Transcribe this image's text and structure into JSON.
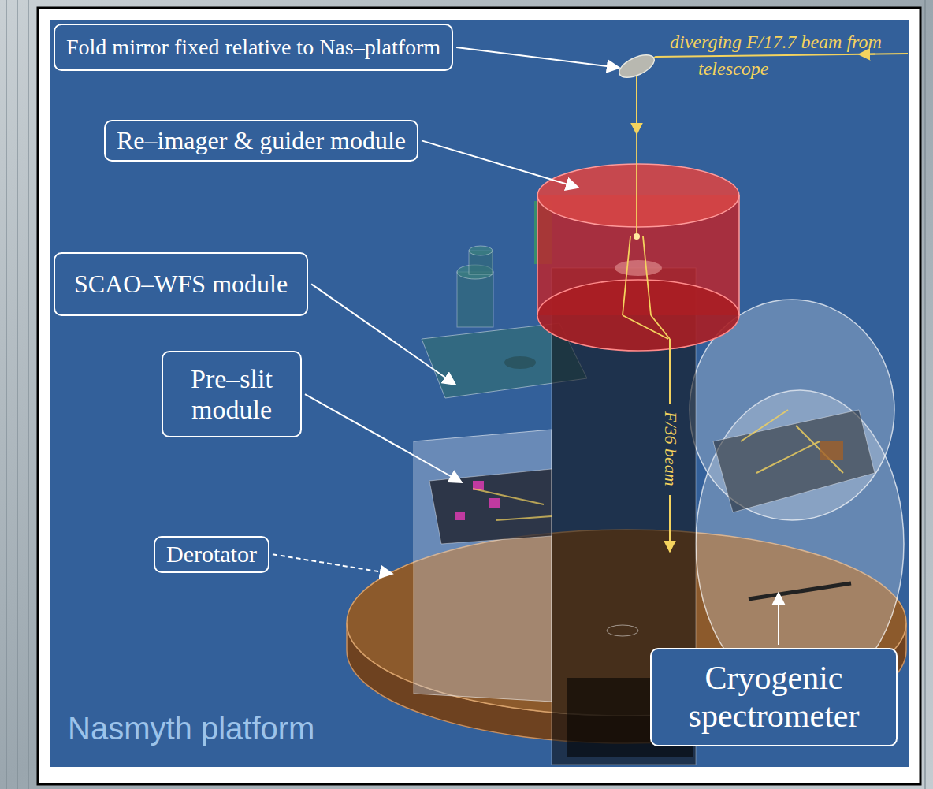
{
  "diagram": {
    "nodes": [
      {
        "text": [
          "Fold mirror fixed relative to Nas–platform"
        ]
      },
      {
        "text": [
          "Re–imager & guider module"
        ]
      },
      {
        "text": [
          "SCAO–WFS module"
        ]
      },
      {
        "text": [
          "Pre–slit module"
        ]
      },
      {
        "text": [
          "Derotator"
        ]
      },
      {
        "text": [
          "Cryogenic spectrometer"
        ]
      }
    ],
    "labels": [
      "diverging F/17.7 beam from telescope",
      "F/36 beam",
      "Nasmyth platform"
    ]
  }
}
